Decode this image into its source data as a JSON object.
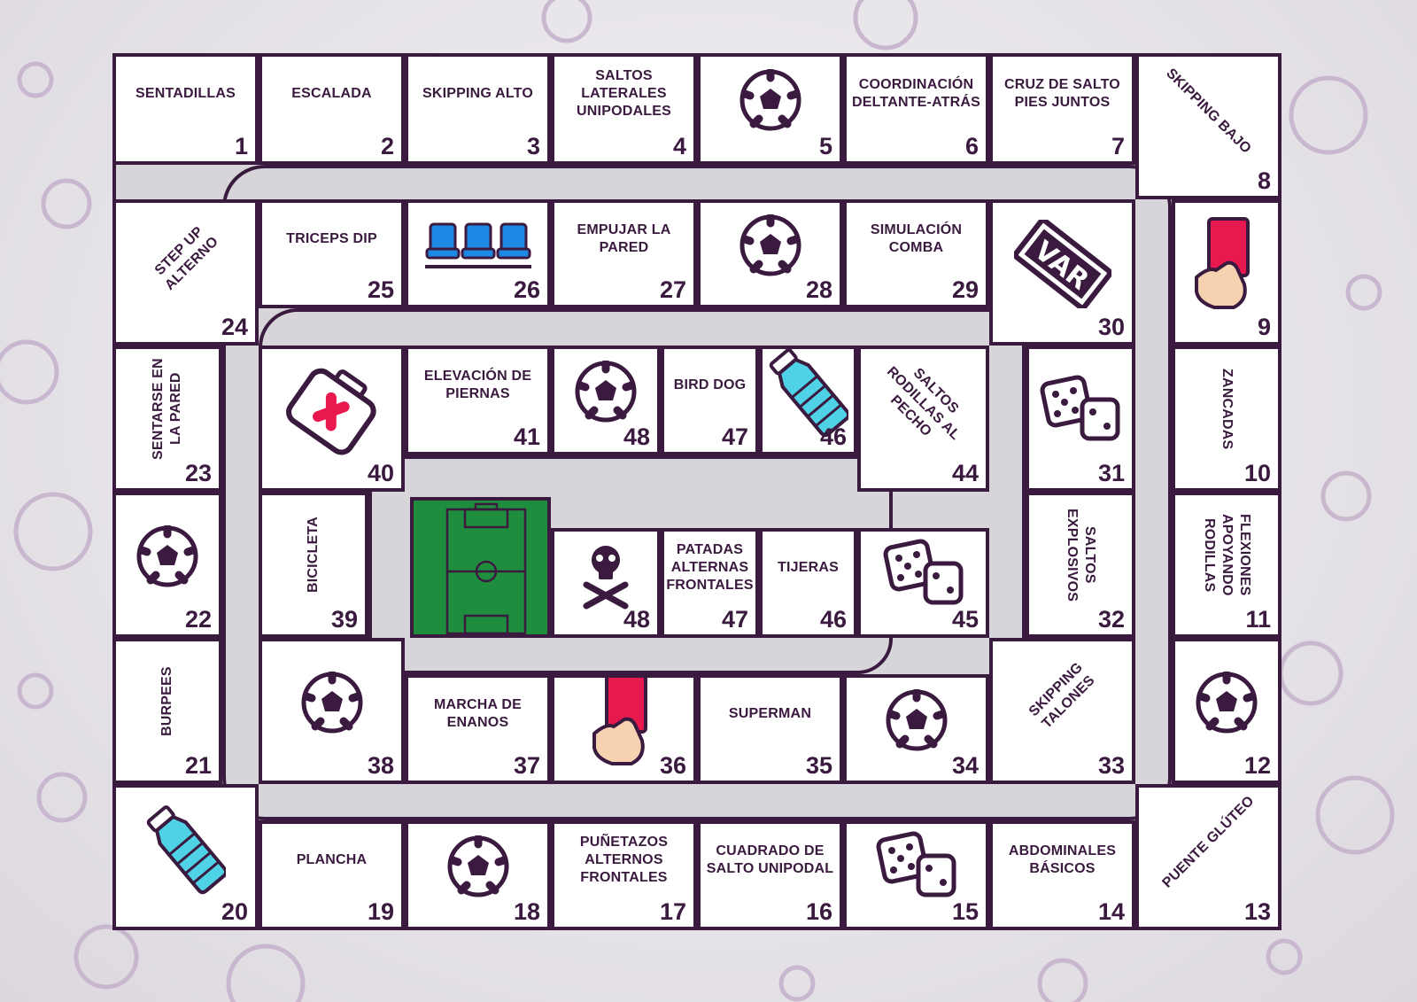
{
  "colors": {
    "outline": "#3a1a3e",
    "track": "#d7d5d9",
    "cell": "#ffffff",
    "field": "#1e8e3e",
    "card": "#e8194f",
    "bottle": "#4fd1e6",
    "seat": "#1e88e5"
  },
  "cells": [
    {
      "id": "c1",
      "num": "1",
      "label": "SENTADILLAS"
    },
    {
      "id": "c2",
      "num": "2",
      "label": "ESCALADA"
    },
    {
      "id": "c3",
      "num": "3",
      "label": "SKIPPING ALTO"
    },
    {
      "id": "c4",
      "num": "4",
      "label": "SALTOS LATERALES UNIPODALES"
    },
    {
      "id": "c5",
      "num": "5",
      "label": "",
      "icon": "soccer-ball-icon"
    },
    {
      "id": "c6",
      "num": "6",
      "label": "COORDINACIÓN DELTANTE-ATRÁS"
    },
    {
      "id": "c7",
      "num": "7",
      "label": "CRUZ DE SALTO PIES JUNTOS"
    },
    {
      "id": "c8",
      "num": "8",
      "label": "SKIPPING BAJO"
    },
    {
      "id": "c9",
      "num": "9",
      "label": "",
      "icon": "red-card-icon"
    },
    {
      "id": "c10",
      "num": "10",
      "label": "ZANCADAS"
    },
    {
      "id": "c11",
      "num": "11",
      "label": "FLEXIONES APOYANDO RODILLAS"
    },
    {
      "id": "c12",
      "num": "12",
      "label": "",
      "icon": "soccer-ball-icon"
    },
    {
      "id": "c13",
      "num": "13",
      "label": "PUENTE GLÚTEO"
    },
    {
      "id": "c14",
      "num": "14",
      "label": "ABDOMINALES BÁSICOS"
    },
    {
      "id": "c15",
      "num": "15",
      "label": "",
      "icon": "dice-icon"
    },
    {
      "id": "c16",
      "num": "16",
      "label": "CUADRADO DE SALTO UNIPODAL"
    },
    {
      "id": "c17",
      "num": "17",
      "label": "PUÑETAZOS ALTERNOS FRONTALES"
    },
    {
      "id": "c18",
      "num": "18",
      "label": "",
      "icon": "soccer-ball-icon"
    },
    {
      "id": "c19",
      "num": "19",
      "label": "PLANCHA"
    },
    {
      "id": "c20",
      "num": "20",
      "label": "",
      "icon": "water-bottle-icon"
    },
    {
      "id": "c21",
      "num": "21",
      "label": "BURPEES"
    },
    {
      "id": "c22",
      "num": "22",
      "label": "",
      "icon": "soccer-ball-icon"
    },
    {
      "id": "c23",
      "num": "23",
      "label": "SENTARSE EN LA PARED"
    },
    {
      "id": "c24",
      "num": "24",
      "label": "STEP UP ALTERNO"
    },
    {
      "id": "c25",
      "num": "25",
      "label": "TRICEPS DIP"
    },
    {
      "id": "c26",
      "num": "26",
      "label": "",
      "icon": "stadium-seats-icon"
    },
    {
      "id": "c27",
      "num": "27",
      "label": "EMPUJAR LA PARED"
    },
    {
      "id": "c28",
      "num": "28",
      "label": "",
      "icon": "soccer-ball-icon"
    },
    {
      "id": "c29",
      "num": "29",
      "label": "SIMULACIÓN COMBA"
    },
    {
      "id": "c30",
      "num": "30",
      "label": "",
      "icon": "var-icon",
      "icon_text": "VAR"
    },
    {
      "id": "c31",
      "num": "31",
      "label": "",
      "icon": "dice-icon"
    },
    {
      "id": "c32",
      "num": "32",
      "label": "SALTOS EXPLOSIVOS"
    },
    {
      "id": "c33",
      "num": "33",
      "label": "SKIPPING TALONES"
    },
    {
      "id": "c34",
      "num": "34",
      "label": "",
      "icon": "soccer-ball-icon"
    },
    {
      "id": "c35",
      "num": "35",
      "label": "SUPERMAN"
    },
    {
      "id": "c36",
      "num": "36",
      "label": "",
      "icon": "red-card-icon"
    },
    {
      "id": "c37",
      "num": "37",
      "label": "MARCHA DE ENANOS"
    },
    {
      "id": "c38",
      "num": "38",
      "label": "",
      "icon": "soccer-ball-icon"
    },
    {
      "id": "c39",
      "num": "39",
      "label": "BICICLETA"
    },
    {
      "id": "c40",
      "num": "40",
      "label": "",
      "icon": "first-aid-kit-icon"
    },
    {
      "id": "c41",
      "num": "41",
      "label": "ELEVACIÓN DE PIERNAS"
    },
    {
      "id": "c48a",
      "num": "48",
      "label": "",
      "icon": "soccer-ball-icon"
    },
    {
      "id": "c47a",
      "num": "47",
      "label": "BIRD DOG"
    },
    {
      "id": "c46a",
      "num": "46",
      "label": "",
      "icon": "water-bottle-icon"
    },
    {
      "id": "c44",
      "num": "44",
      "label": "SALTOS RODILLAS AL PECHO"
    },
    {
      "id": "c45",
      "num": "45",
      "label": "",
      "icon": "dice-icon"
    },
    {
      "id": "c46b",
      "num": "46",
      "label": "TIJERAS"
    },
    {
      "id": "c47b",
      "num": "47",
      "label": "PATADAS ALTERNAS FRONTALES"
    },
    {
      "id": "c48b",
      "num": "48",
      "label": "",
      "icon": "skull-crossbones-icon"
    },
    {
      "id": "goal",
      "num": "",
      "label": "",
      "icon": "soccer-field-icon"
    }
  ]
}
